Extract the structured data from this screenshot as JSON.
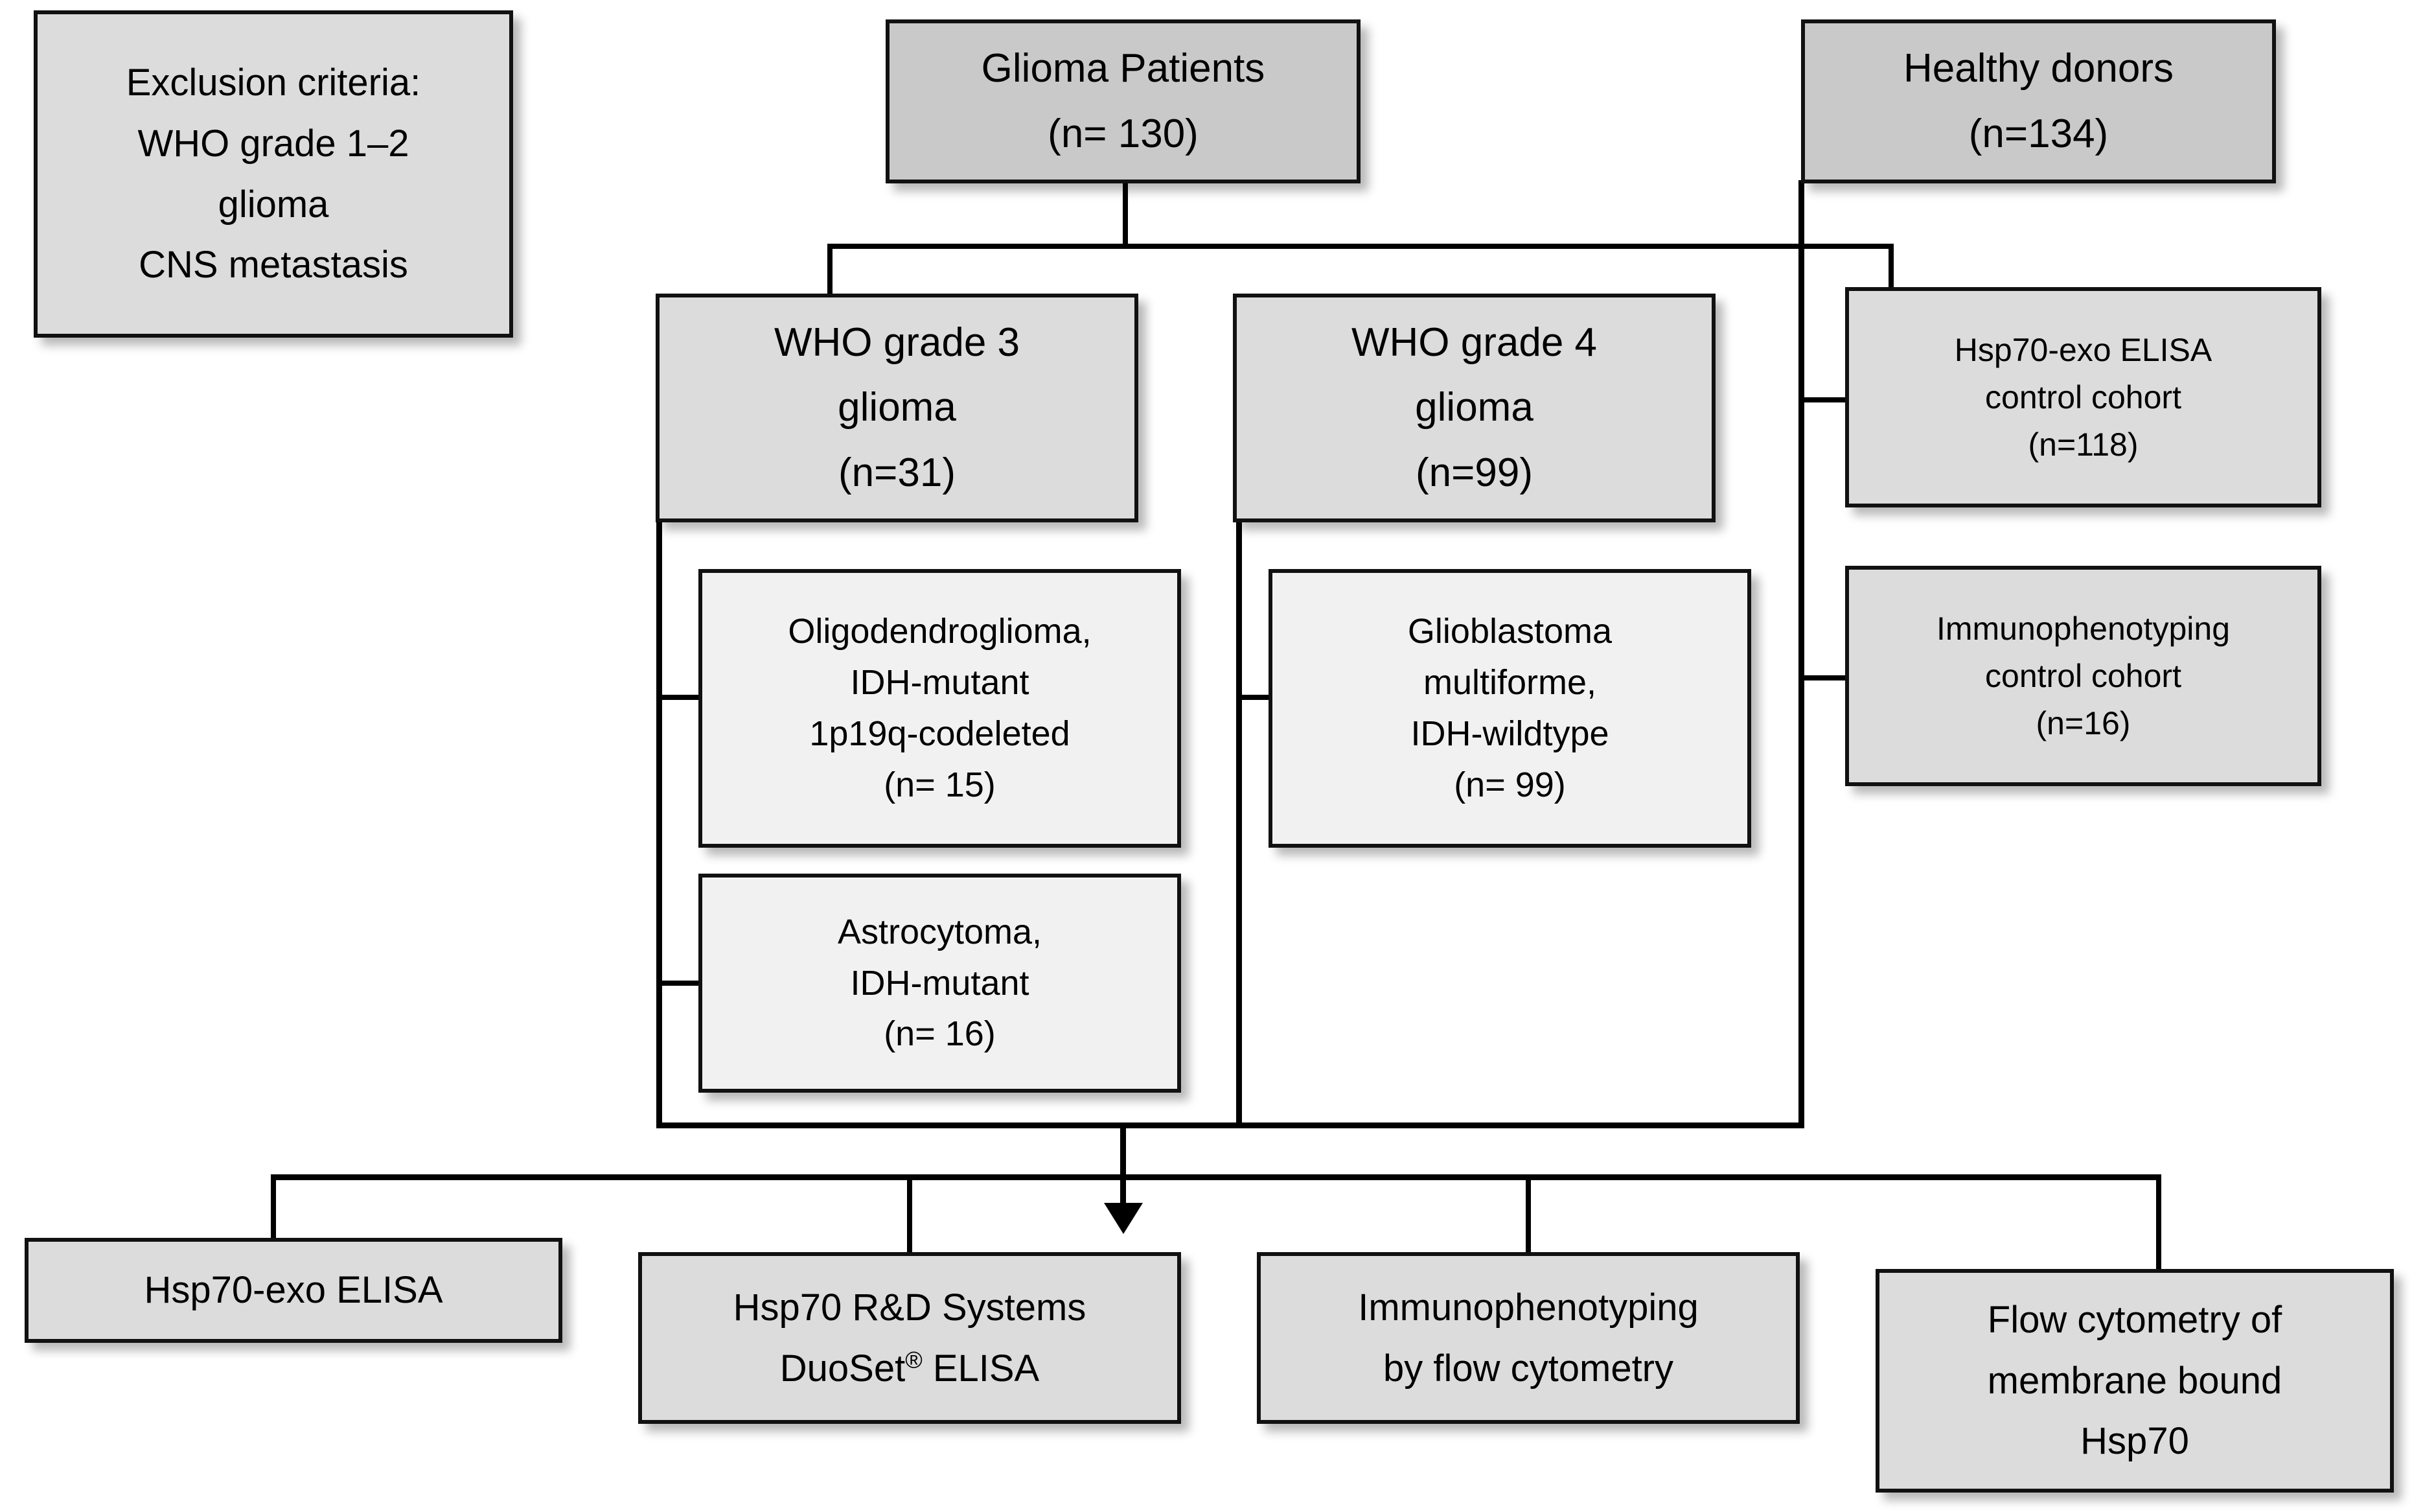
{
  "diagram": {
    "title": "Glioma patient and healthy donor cohort flow diagram",
    "colors": {
      "box_fill_dark": "#c9c9c9",
      "box_fill_mid": "#dcdcdc",
      "box_fill_light": "#f1f1f1",
      "border": "#111111",
      "connector": "#000000",
      "background": "#ffffff"
    }
  },
  "exclusion": {
    "line1": "Exclusion criteria:",
    "line2": "WHO grade 1–2",
    "line3": "glioma",
    "line4": "CNS metastasis"
  },
  "glioma_patients": {
    "line1": "Glioma Patients",
    "line2": "(n= 130)"
  },
  "healthy_donors": {
    "line1": "Healthy donors",
    "line2": "(n=134)"
  },
  "grade3": {
    "line1": "WHO grade 3",
    "line2": "glioma",
    "line3": "(n=31)"
  },
  "grade4": {
    "line1": "WHO grade 4",
    "line2": "glioma",
    "line3": "(n=99)"
  },
  "oligodendroglioma": {
    "line1": "Oligodendroglioma,",
    "line2": "IDH-mutant",
    "line3": "1p19q-codeleted",
    "line4": "(n= 15)"
  },
  "astrocytoma": {
    "line1": "Astrocytoma,",
    "line2": "IDH-mutant",
    "line3": "(n= 16)"
  },
  "glioblastoma": {
    "line1": "Glioblastoma",
    "line2": "multiforme,",
    "line3": "IDH-wildtype",
    "line4": "(n= 99)"
  },
  "elisa_control": {
    "line1": "Hsp70-exo ELISA",
    "line2": "control cohort",
    "line3": "(n=118)"
  },
  "immuno_control": {
    "line1": "Immunophenotyping",
    "line2": "control cohort",
    "line3": "(n=16)"
  },
  "methods": {
    "m1": {
      "line1": "Hsp70-exo ELISA"
    },
    "m2": {
      "line1": "Hsp70 R&D Systems",
      "line2a": "DuoSet",
      "line2b": "®",
      "line2c": " ELISA"
    },
    "m3": {
      "line1": "Immunophenotyping",
      "line2": "by flow cytometry"
    },
    "m4": {
      "line1": "Flow cytometry of",
      "line2": "membrane bound",
      "line3": "Hsp70"
    }
  }
}
